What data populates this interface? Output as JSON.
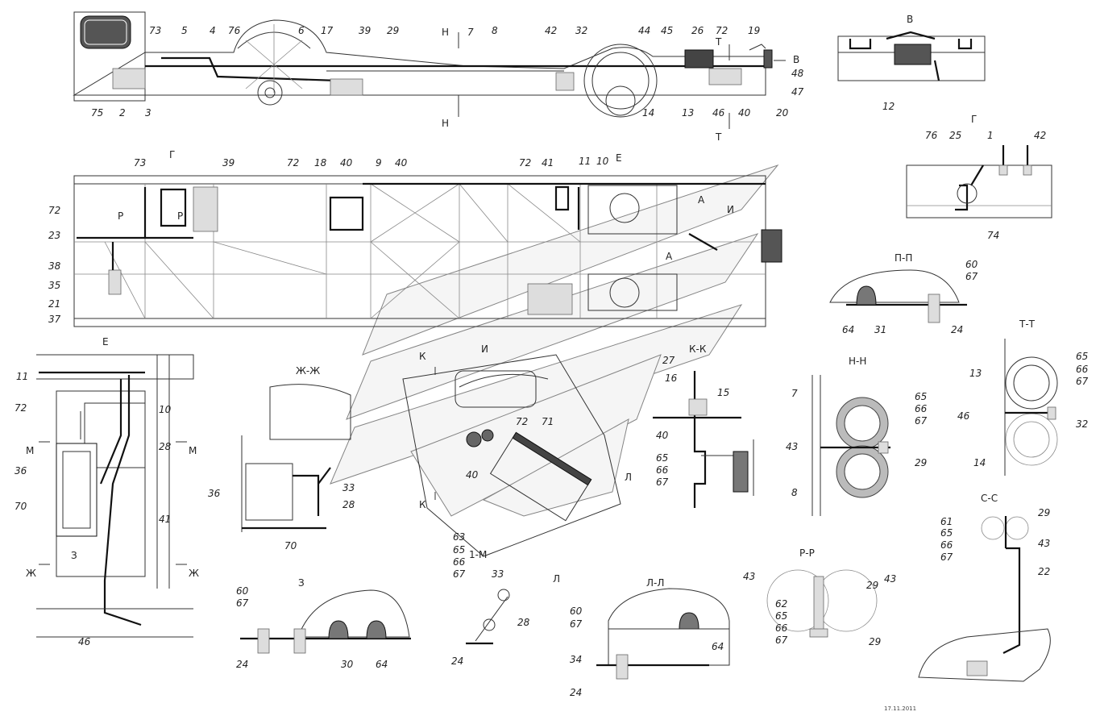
{
  "drawing": {
    "stamp": "17.11.2011",
    "views": {
      "side": {
        "labels": [
          "73",
          "5",
          "4",
          "76",
          "6",
          "17",
          "39",
          "29",
          "7",
          "8",
          "42",
          "32",
          "44",
          "45",
          "26",
          "72",
          "19",
          "48",
          "47",
          "20",
          "40",
          "46",
          "13",
          "14",
          "75",
          "2",
          "3"
        ],
        "section_marks": [
          "Н",
          "Н",
          "Т",
          "Т",
          "В"
        ]
      },
      "plan": {
        "labels": [
          "73",
          "39",
          "72",
          "18",
          "40",
          "9",
          "40",
          "72",
          "41",
          "11",
          "10",
          "72",
          "23",
          "38",
          "35",
          "21",
          "37"
        ],
        "letters": [
          "Г",
          "Е",
          "Р",
          "Р",
          "А",
          "А",
          "И"
        ]
      },
      "view_v": {
        "title": "В",
        "labels": [
          "12"
        ]
      },
      "view_g": {
        "title": "Г",
        "labels": [
          "76",
          "25",
          "1",
          "42",
          "74"
        ]
      },
      "section_pp": {
        "title": "П-П",
        "labels": [
          "60",
          "67",
          "64",
          "31",
          "24"
        ]
      },
      "section_tt": {
        "title": "Т-Т",
        "labels": [
          "13",
          "46",
          "14",
          "65",
          "66",
          "67",
          "32"
        ]
      },
      "section_nn": {
        "title": "Н-Н",
        "labels": [
          "7",
          "43",
          "8",
          "65",
          "66",
          "67",
          "29"
        ]
      },
      "section_cc": {
        "title": "С-С",
        "labels": [
          "61",
          "65",
          "66",
          "67",
          "29",
          "43",
          "22"
        ]
      },
      "section_rr": {
        "title": "Р-Р",
        "labels": [
          "62",
          "65",
          "66",
          "67",
          "29",
          "43",
          "29",
          "43"
        ]
      },
      "view_e": {
        "title": "Е",
        "labels": [
          "11",
          "72",
          "36",
          "70",
          "10",
          "28",
          "36",
          "41",
          "46"
        ],
        "marks": [
          "М",
          "М",
          "Ж",
          "Ж",
          "З"
        ]
      },
      "section_zhzh": {
        "title": "Ж-Ж",
        "labels": [
          "33",
          "28",
          "70"
        ]
      },
      "section_z": {
        "title": "З",
        "labels": [
          "60",
          "67",
          "24",
          "30",
          "64"
        ]
      },
      "section_lm": {
        "title": "1-М",
        "labels": [
          "63",
          "65",
          "66",
          "67",
          "33",
          "28",
          "24"
        ]
      },
      "section_ll": {
        "title": "Л-Л",
        "labels": [
          "60",
          "67",
          "34",
          "24",
          "64"
        ]
      },
      "view_a": {
        "labels": [
          "72",
          "71",
          "40"
        ],
        "marks": [
          "К",
          "И",
          "К",
          "Л",
          "Л"
        ]
      },
      "section_kk": {
        "title": "К-К",
        "labels": [
          "27",
          "16",
          "15",
          "40",
          "65",
          "66",
          "67"
        ]
      }
    }
  }
}
